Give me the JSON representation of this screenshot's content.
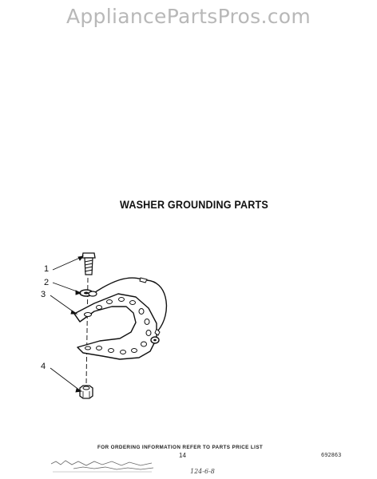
{
  "watermark": "AppliancePartsPros.com",
  "title": "WASHER GROUNDING PARTS",
  "callouts": [
    "1",
    "2",
    "3",
    "4"
  ],
  "footer": {
    "note": "FOR ORDERING INFORMATION REFER TO PARTS PRICE LIST",
    "page": "14",
    "code": "692863",
    "stamp": "124-6-8"
  },
  "colors": {
    "ink": "#111111",
    "watermark": "#b8b8b8"
  }
}
